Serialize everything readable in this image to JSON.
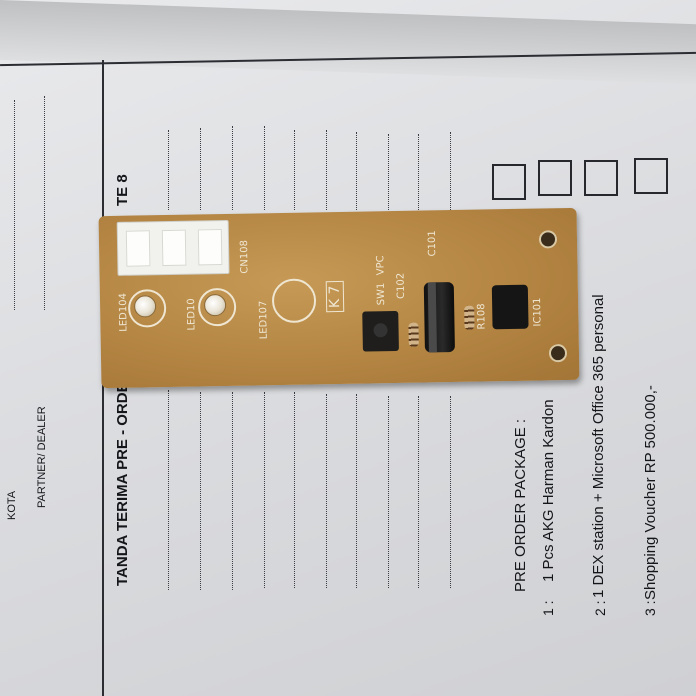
{
  "form": {
    "labels": {
      "kota": "KOTA",
      "partner_dealer": "PARTNER/ DEALER",
      "title": "TANDA TERIMA PRE - ORDER",
      "title_suffix": "TE 8"
    },
    "package": {
      "heading": "PRE ORDER  PACKAGE  :",
      "items": [
        {
          "num": "1  :",
          "text": "1 Pcs AKG Harman Kardon"
        },
        {
          "num": "2  :",
          "text": "1 DEX station + Microsoft Office 365 personal"
        },
        {
          "num": "3  :",
          "text": "Shopping Voucher  RP 500.000,-"
        }
      ]
    }
  },
  "pcb": {
    "silkscreen": {
      "cn": "CN108",
      "led1": "LED104",
      "led2": "LED10",
      "led3": "LED107",
      "sw": "SW1",
      "c102": "C102",
      "c101": "C101",
      "r108": "R108",
      "ic": "IC101",
      "code": "K 7",
      "vpc": "VPC"
    },
    "colors": {
      "board": "#b48543",
      "silk": "#efe6d2",
      "paper": "#dcdde0",
      "ink": "#15161a"
    }
  }
}
